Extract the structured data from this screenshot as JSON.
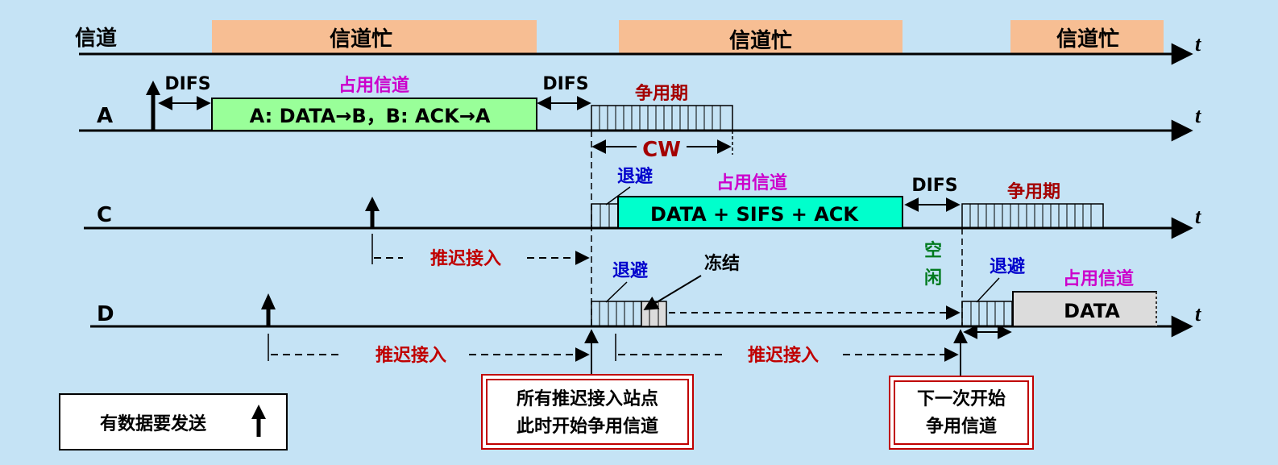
{
  "channel": {
    "label": "信道",
    "busy_label": "信道忙",
    "axis_label": "t"
  },
  "stations": {
    "a": {
      "label": "A",
      "data_box": "A: DATA→B，B: ACK→A",
      "occupy_label": "占用信道",
      "difs_label_1": "DIFS",
      "difs_label_2": "DIFS",
      "contention_label": "争用期",
      "cw_label": "CW"
    },
    "c": {
      "label": "C",
      "backoff_label": "退避",
      "occupy_label": "占用信道",
      "data_box": "DATA  + SIFS + ACK",
      "difs_label": "DIFS",
      "contention_label": "争用期",
      "defer_label": "推迟接入"
    },
    "d": {
      "label": "D",
      "backoff_label": "退避",
      "freeze_label": "冻结",
      "idle_label": "空闲",
      "backoff_label_2": "退避",
      "occupy_label": "占用信道",
      "data_box": "DATA",
      "defer_label_1": "推迟接入",
      "defer_label_2": "推迟接入"
    }
  },
  "callouts": {
    "all_deferred_line1": "所有推迟接入站点",
    "all_deferred_line2": "此时开始争用信道",
    "next_line1": "下一次开始",
    "next_line2": "争用信道"
  },
  "legend": {
    "label": "有数据要发送"
  },
  "colors": {
    "background": "#c5e3f5",
    "busy": "#f7be93",
    "a_box": "#99ff99",
    "c_box": "#00ffcc",
    "d_box": "#dcdcdc",
    "occupy": "#cc00cc",
    "contention": "#a40000",
    "defer": "#c00000",
    "backoff": "#0000cc",
    "idle": "#007a1e",
    "callout_border": "#c00000"
  }
}
